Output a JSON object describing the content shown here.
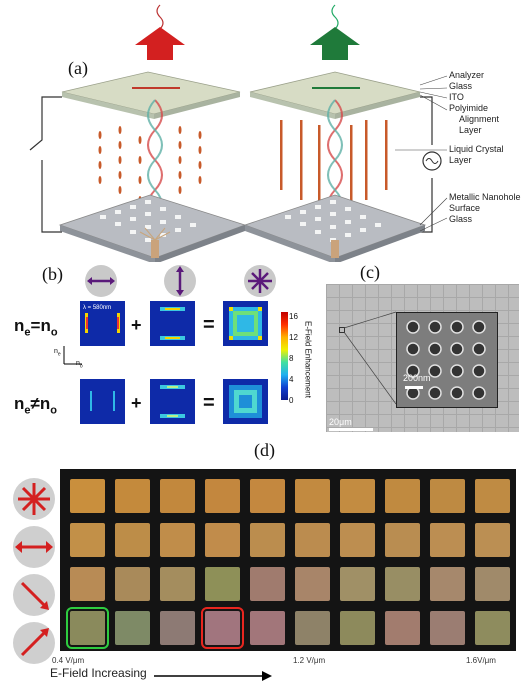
{
  "panels": {
    "a": {
      "letter": "(a)",
      "labels": [
        "Analyzer",
        "Glass",
        "ITO",
        "Polyimide",
        "Alignment Layer",
        "Liquid Crystal",
        "Layer",
        "Metallic Nanohole",
        "Surface",
        "Glass"
      ],
      "colors": {
        "left_arrow": "#d32020",
        "right_arrow": "#1f7a3a"
      }
    },
    "b": {
      "letter": "(b)",
      "wavelength": "λ = 580nm",
      "row1": {
        "n": "n",
        "e": "e",
        "o": "o",
        "sign": "="
      },
      "row2": {
        "n": "n",
        "e": "e",
        "o": "o",
        "sign": "≠"
      },
      "axis_y": "n",
      "axis_y_sub": "e",
      "axis_x": "n",
      "axis_x_sub": "o",
      "plus": "+",
      "equals": "=",
      "colorbar": {
        "title": "E-Field Enhancement",
        "ticks": [
          "16",
          "12",
          "8",
          "4",
          "0"
        ]
      }
    },
    "c": {
      "letter": "(c)",
      "scale_main": "20μm",
      "scale_inset": "200nm"
    },
    "d": {
      "letter": "(d)",
      "x_tick_labels": [
        "0.4 V/μm",
        "1.2 V/μm",
        "1.6V/μm"
      ],
      "x_axis_title": "E-Field Increasing",
      "row_icons": [
        "star-arrows-icon",
        "horizontal-arrow-icon",
        "diagonal-down-arrow-icon",
        "diagonal-up-arrow-icon"
      ],
      "highlight_colors": {
        "green_box": "#2ecc40",
        "red_box": "#e8261f"
      }
    }
  }
}
